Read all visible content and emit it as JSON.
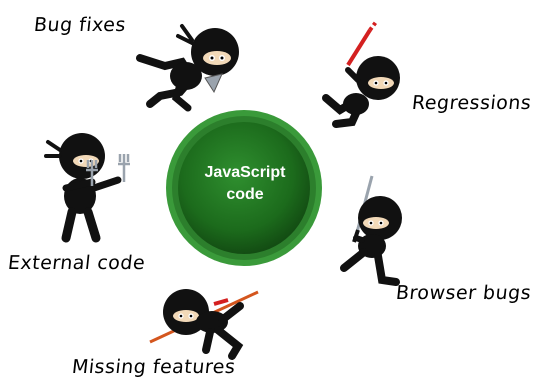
{
  "center": {
    "line1": "JavaScript",
    "line2": "code"
  },
  "threats": [
    {
      "label": "Bug fixes",
      "icon": "ninja-fan"
    },
    {
      "label": "Regressions",
      "icon": "ninja-sword"
    },
    {
      "label": "Browser bugs",
      "icon": "ninja-sword"
    },
    {
      "label": "Missing features",
      "icon": "ninja-staff"
    },
    {
      "label": "External code",
      "icon": "ninja-sai"
    }
  ],
  "colors": {
    "circle_outer": "#2f8c2f",
    "circle_inner": "#1e6a1e",
    "circle_highlight": "#45a845",
    "ninja_body": "#111111",
    "weapon_red": "#d42020",
    "weapon_steel": "#9aa3ad"
  }
}
